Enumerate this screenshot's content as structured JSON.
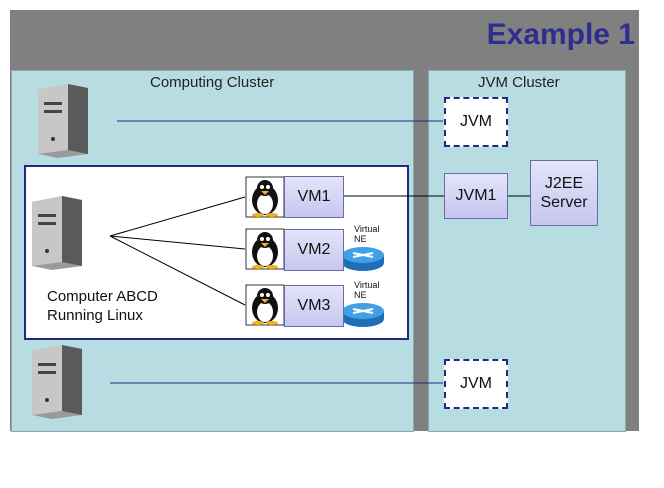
{
  "title": "Example 1",
  "computing_cluster": {
    "label": "Computing Cluster",
    "computer_label_line1": "Computer ABCD",
    "computer_label_line2": "Running Linux",
    "vms": [
      "VM1",
      "VM2",
      "VM3"
    ],
    "virtual_ne_label_line1": "Virtual",
    "virtual_ne_label_line2": "NE"
  },
  "jvm_cluster": {
    "label": "JVM Cluster",
    "jvm_top": "JVM",
    "jvm_middle": "JVM1",
    "jvm_bottom": "JVM",
    "server_line1": "J2EE",
    "server_line2": "Server"
  },
  "colors": {
    "background": "#808080",
    "panel": "#b7dde2",
    "title": "#2e2e8f",
    "line": "#1f2a80"
  }
}
